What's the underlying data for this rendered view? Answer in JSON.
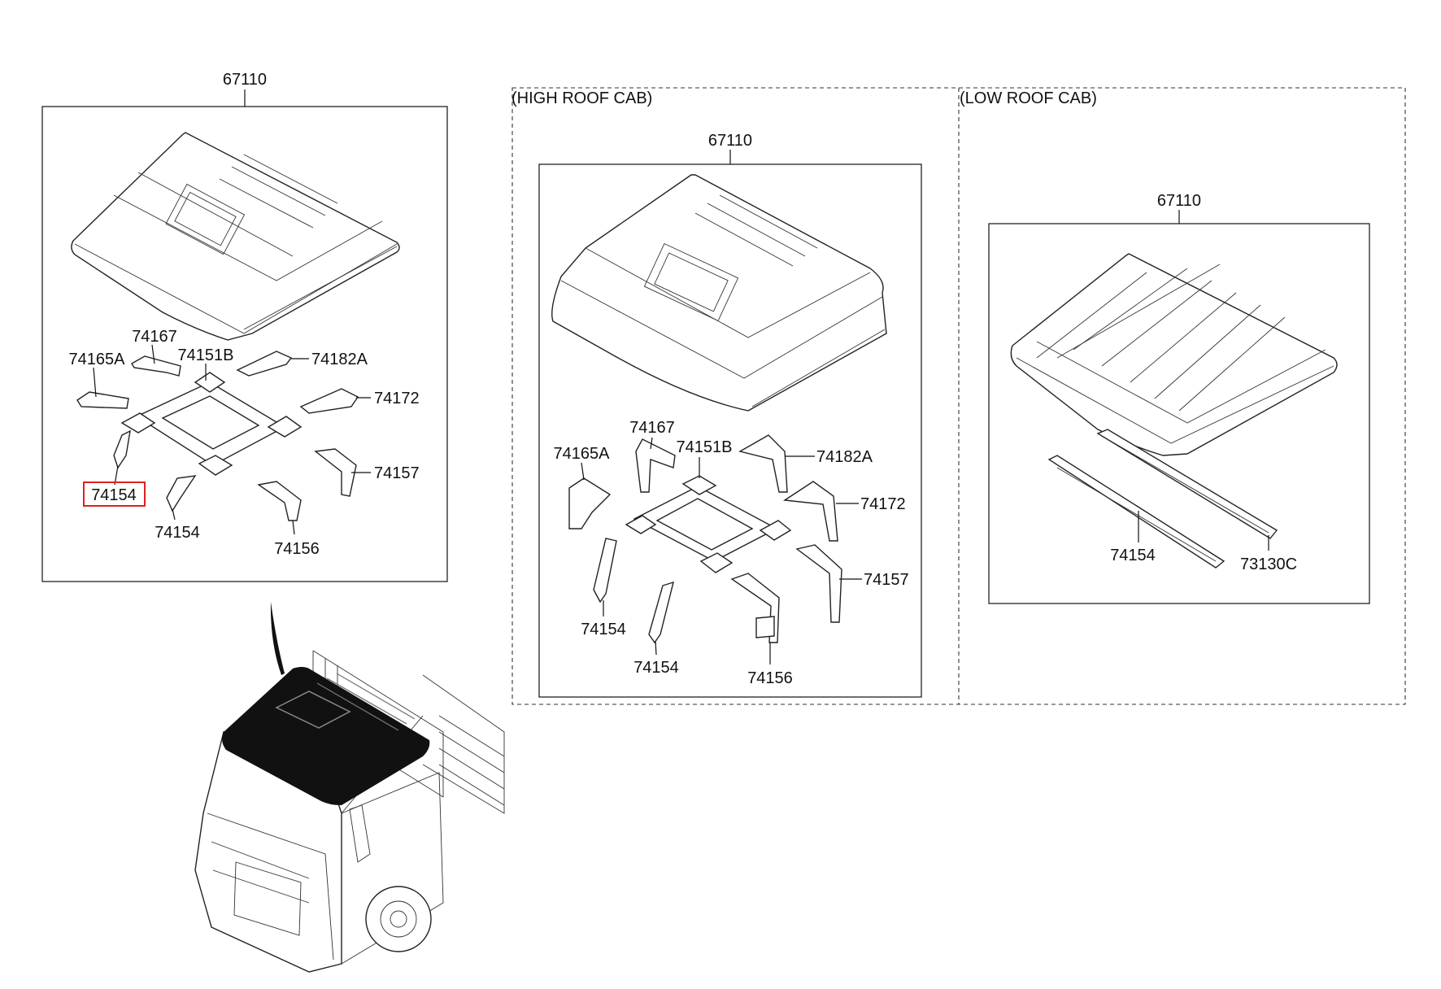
{
  "sections": {
    "high_roof_caption": "(HIGH ROOF CAB)",
    "low_roof_caption": "(LOW ROOF CAB)"
  },
  "main_panel": {
    "roof_label": "67110",
    "parts": {
      "p74167": "74167",
      "p74165a": "74165A",
      "p74151b": "74151B",
      "p74182a": "74182A",
      "p74172": "74172",
      "p74157": "74157",
      "p74154_selected": "74154",
      "p74154": "74154",
      "p74156": "74156"
    },
    "highlight_color": "#e02020"
  },
  "high_roof_panel": {
    "roof_label": "67110",
    "parts": {
      "p74167": "74167",
      "p74165a": "74165A",
      "p74151b": "74151B",
      "p74182a": "74182A",
      "p74172": "74172",
      "p74157": "74157",
      "p74154_a": "74154",
      "p74154_b": "74154",
      "p74156": "74156"
    }
  },
  "low_roof_panel": {
    "roof_label": "67110",
    "parts": {
      "p74154": "74154",
      "p73130c": "73130C"
    }
  }
}
